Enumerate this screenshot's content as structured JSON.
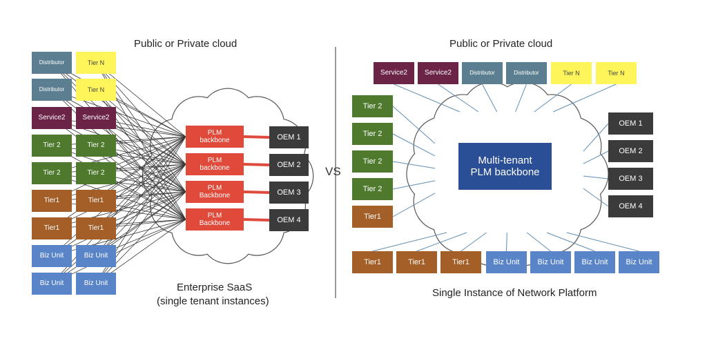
{
  "colors": {
    "distributor": "#5b7f90",
    "tier_n": "#fdf55a",
    "service": "#6b2346",
    "tier2": "#4f7a2e",
    "tier1": "#a35f27",
    "biz_unit": "#5a84c8",
    "plm": "#e04a3a",
    "oem": "#3b3b3b",
    "multi_tenant": "#2a4f96"
  },
  "left": {
    "title": "Public or Private cloud",
    "caption_line1": "Enterprise  SaaS",
    "caption_line2": "(single tenant instances)",
    "participants": [
      {
        "label": "Distributor",
        "type": "distributor"
      },
      {
        "label": "Tier N",
        "type": "tier_n"
      },
      {
        "label": "Distributor",
        "type": "distributor"
      },
      {
        "label": "Tier N",
        "type": "tier_n"
      },
      {
        "label": "Service2",
        "type": "service"
      },
      {
        "label": "Service2",
        "type": "service"
      },
      {
        "label": "Tier 2",
        "type": "tier2"
      },
      {
        "label": "Tier 2",
        "type": "tier2"
      },
      {
        "label": "Tier 2",
        "type": "tier2"
      },
      {
        "label": "Tier 2",
        "type": "tier2"
      },
      {
        "label": "Tier1",
        "type": "tier1"
      },
      {
        "label": "Tier1",
        "type": "tier1"
      },
      {
        "label": "Tier1",
        "type": "tier1"
      },
      {
        "label": "Tier1",
        "type": "tier1"
      },
      {
        "label": "Biz Unit",
        "type": "biz_unit"
      },
      {
        "label": "Biz Unit",
        "type": "biz_unit"
      },
      {
        "label": "Biz Unit",
        "type": "biz_unit"
      },
      {
        "label": "Biz Unit",
        "type": "biz_unit"
      }
    ],
    "backbones": [
      {
        "line1": "PLM",
        "line2": "backbone"
      },
      {
        "line1": "PLM",
        "line2": "backbone"
      },
      {
        "line1": "PLM",
        "line2": "Backbone"
      },
      {
        "line1": "PLM",
        "line2": "Backbone"
      }
    ],
    "oems": [
      "OEM 1",
      "OEM 2",
      "OEM 3",
      "OEM 4"
    ]
  },
  "vs_label": "VS",
  "right": {
    "title": "Public or Private cloud",
    "caption": "Single Instance of Network Platform",
    "center_line1": "Multi-tenant",
    "center_line2": "PLM backbone",
    "top_row": [
      {
        "label": "Service2",
        "type": "service"
      },
      {
        "label": "Service2",
        "type": "service"
      },
      {
        "label": "Distributor",
        "type": "distributor"
      },
      {
        "label": "Distributor",
        "type": "distributor"
      },
      {
        "label": "Tier N",
        "type": "tier_n"
      },
      {
        "label": "Tier N",
        "type": "tier_n"
      }
    ],
    "left_column": [
      {
        "label": "Tier 2",
        "type": "tier2"
      },
      {
        "label": "Tier 2",
        "type": "tier2"
      },
      {
        "label": "Tier 2",
        "type": "tier2"
      },
      {
        "label": "Tier 2",
        "type": "tier2"
      },
      {
        "label": "Tier1",
        "type": "tier1"
      }
    ],
    "bottom_row": [
      {
        "label": "Tier1",
        "type": "tier1"
      },
      {
        "label": "Tier1",
        "type": "tier1"
      },
      {
        "label": "Tier1",
        "type": "tier1"
      },
      {
        "label": "Biz Unit",
        "type": "biz_unit"
      },
      {
        "label": "Biz Unit",
        "type": "biz_unit"
      },
      {
        "label": "Biz Unit",
        "type": "biz_unit"
      },
      {
        "label": "Biz Unit",
        "type": "biz_unit"
      }
    ],
    "oems": [
      "OEM 1",
      "OEM 2",
      "OEM 3",
      "OEM 4"
    ]
  }
}
